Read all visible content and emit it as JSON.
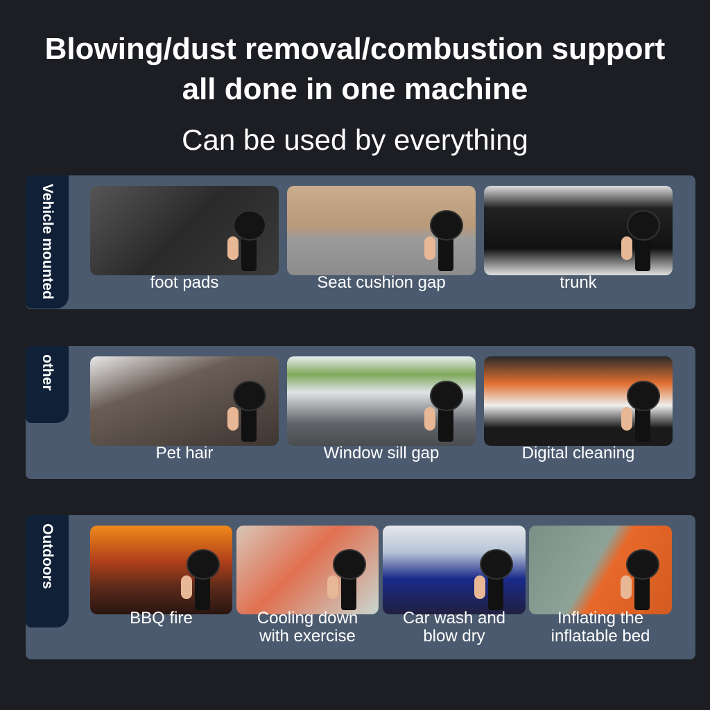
{
  "header": {
    "title_line1": "Blowing/dust removal/combustion support",
    "title_line2": "all done in one machine",
    "subtitle": "Can be used by everything"
  },
  "sections": [
    {
      "label": "Vehicle mounted",
      "items": [
        {
          "caption": "foot pads",
          "bg": "linear-gradient(135deg,#555 0%,#2a2a2a 50%,#3a3a3a 100%)"
        },
        {
          "caption": "Seat cushion gap",
          "bg": "linear-gradient(180deg,#c9ad8c 0%,#b89a7a 45%,#9b9b9b 60%,#8c8c8c 100%)"
        },
        {
          "caption": "trunk",
          "bg": "linear-gradient(180deg,#ddd 0%,#222 25%,#111 70%,#e0e0e0 100%)"
        }
      ]
    },
    {
      "label": "other",
      "items": [
        {
          "caption": "Pet hair",
          "bg": "linear-gradient(160deg,#e8e8e8 0%,#6a5d55 35%,#3e3632 100%)"
        },
        {
          "caption": "Window sill gap",
          "bg": "linear-gradient(180deg,#e8ecef 0%,#7fa85a 20%,#dfe3e6 40%,#606468 75%,#4a4d50 100%)"
        },
        {
          "caption": "Digital cleaning",
          "bg": "linear-gradient(180deg,#2a2a2a 0%,#e07030 30%,#eeeeee 55%,#1a1a1a 80%)"
        }
      ]
    },
    {
      "label": "Outdoors",
      "items": [
        {
          "caption": "BBQ fire",
          "caption2": "",
          "bg": "linear-gradient(180deg,#f08a1a 0%,#b0401a 40%,#5a2a1a 70%,#2a1510 100%)"
        },
        {
          "caption": "Cooling down",
          "caption2": "with exercise",
          "bg": "linear-gradient(135deg,#d8c6b8 0%,#e07050 45%,#c9d6d0 100%)"
        },
        {
          "caption": "Car wash and",
          "caption2": "blow dry",
          "bg": "linear-gradient(180deg,#e6e8ec 0%,#b8c4d6 30%,#1a2a8a 60%,#202040 100%)"
        },
        {
          "caption": "Inflating the",
          "caption2": "inflatable bed",
          "bg": "linear-gradient(120deg,#7a8f85 0%,#8ea398 45%,#e8682a 55%,#d25a20 100%)"
        }
      ]
    }
  ]
}
